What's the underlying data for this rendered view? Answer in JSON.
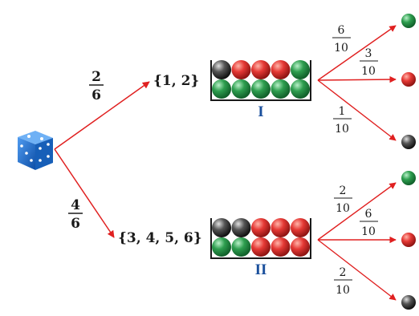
{
  "colors": {
    "arrow": "#e02020",
    "ball_red": "#e53935",
    "ball_green": "#2e9e4f",
    "ball_black": "#444444",
    "die": "#1f6fc9"
  },
  "icons": {
    "die": "die-icon",
    "ball": "ball-icon"
  },
  "root": {
    "branches": [
      {
        "p_num": "2",
        "p_den": "6",
        "outcome": "{1, 2}"
      },
      {
        "p_num": "4",
        "p_den": "6",
        "outcome": "{3, 4, 5, 6}"
      }
    ]
  },
  "urns": [
    {
      "label": "I",
      "top_row": [
        "black",
        "red",
        "red",
        "red",
        "green"
      ],
      "bottom_row": [
        "green",
        "green",
        "green",
        "green",
        "green"
      ],
      "branches": [
        {
          "num": "6",
          "den": "10",
          "ball": "green"
        },
        {
          "num": "3",
          "den": "10",
          "ball": "red"
        },
        {
          "num": "1",
          "den": "10",
          "ball": "black"
        }
      ]
    },
    {
      "label": "II",
      "top_row": [
        "black",
        "black",
        "red",
        "red",
        "red"
      ],
      "bottom_row": [
        "green",
        "green",
        "red",
        "red",
        "red"
      ],
      "branches": [
        {
          "num": "2",
          "den": "10",
          "ball": "green"
        },
        {
          "num": "6",
          "den": "10",
          "ball": "red"
        },
        {
          "num": "2",
          "den": "10",
          "ball": "black"
        }
      ]
    }
  ]
}
